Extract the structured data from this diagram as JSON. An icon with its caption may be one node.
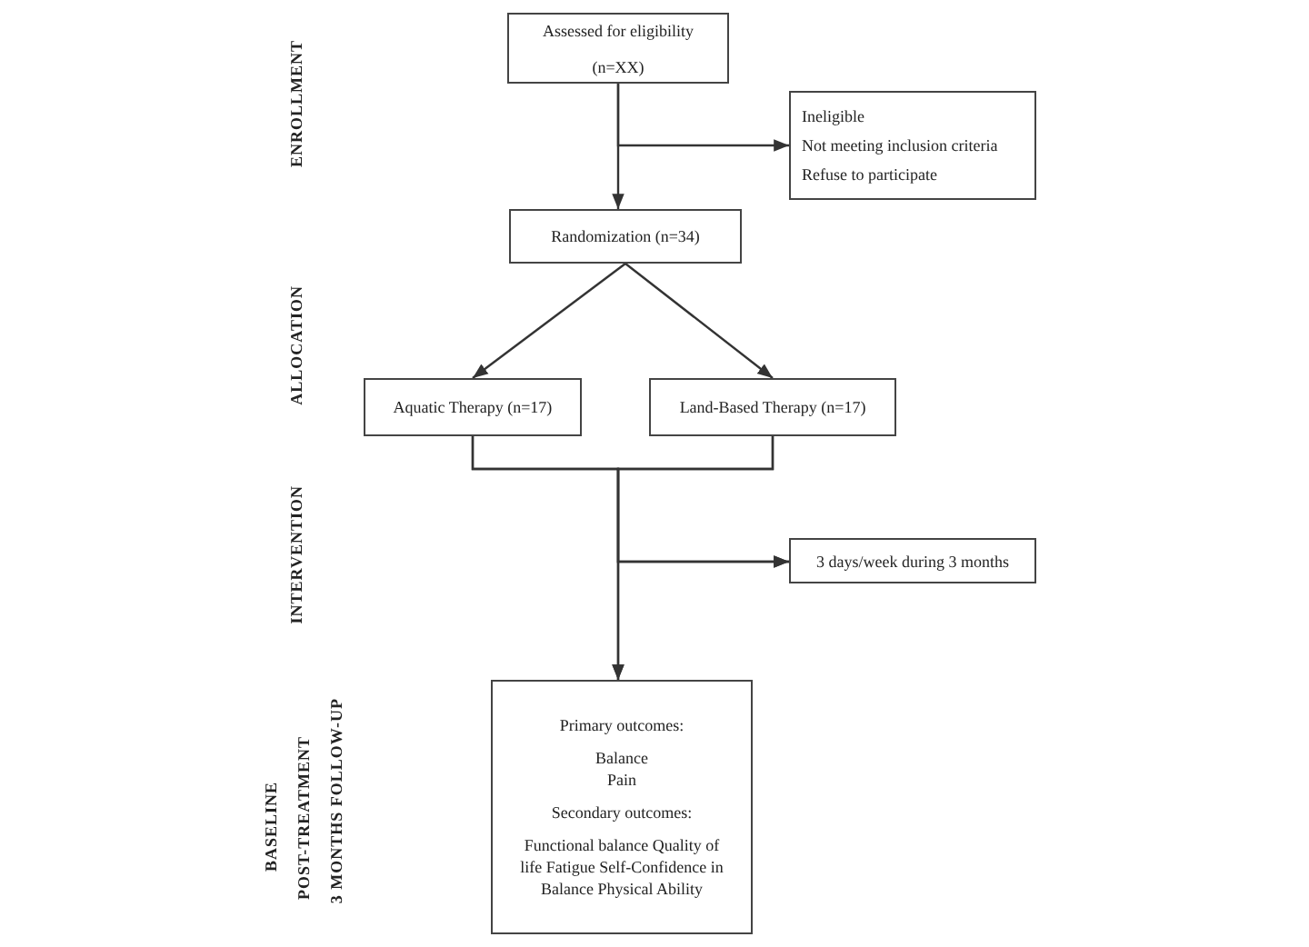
{
  "diagram": {
    "nodes": [
      {
        "text": [
          "Assessed for eligibility",
          "(n=XX)"
        ]
      },
      {
        "text": [
          "Ineligible",
          "Not meeting inclusion criteria",
          "Refuse to participate"
        ]
      },
      {
        "text": [
          "Randomization (n=34)"
        ]
      },
      {
        "text": [
          "Aquatic Therapy (n=17)"
        ]
      },
      {
        "text": [
          "Land-Based Therapy (n=17)"
        ]
      },
      {
        "text": [
          "3 days/week during 3 months"
        ]
      },
      {
        "text": [
          "Primary outcomes:",
          "Balance Pain",
          "Secondary outcomes:",
          "Functional balance Quality of life Fatigue Self-Confidence in Balance Physical Ability"
        ]
      }
    ],
    "edges": [
      {
        "from": 0,
        "to": 1,
        "arrow": "to"
      },
      {
        "from": 0,
        "to": 2,
        "arrow": "to"
      },
      {
        "from": 2,
        "to": 3,
        "arrow": "to"
      },
      {
        "from": 2,
        "to": 4,
        "arrow": "to"
      },
      {
        "from": 3,
        "to": 5,
        "arrow": "to"
      },
      {
        "from": 3,
        "to": 6,
        "arrow": "to"
      },
      {
        "from": 4,
        "to": 5,
        "arrow": "to"
      },
      {
        "from": 4,
        "to": 6,
        "arrow": "to"
      }
    ],
    "labels": [
      "ENROLLMENT",
      "ALLOCATION",
      "INTERVENTION",
      "BASELINE",
      "POST-TREATMENT",
      "3 MONTHS FOLLOW-UP"
    ]
  }
}
